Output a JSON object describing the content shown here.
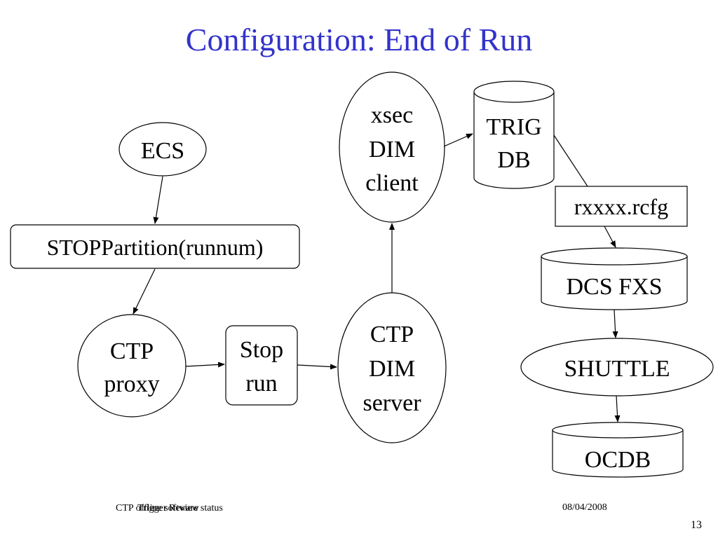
{
  "slide": {
    "title": "Configuration: End of Run",
    "footer_left": "CTP offline software status",
    "footer_left_overlay": "Trigger Review",
    "footer_date": "08/04/2008",
    "page_number": "13"
  },
  "diagram": {
    "ecs": "ECS",
    "stop_partition": "STOPPartition(runnum)",
    "ctp_proxy": [
      "CTP",
      "proxy"
    ],
    "stop_run": [
      "Stop",
      "run"
    ],
    "ctp_dim_server": [
      "CTP",
      "DIM",
      "server"
    ],
    "xsec_dim_client": [
      "xsec",
      "DIM",
      "client"
    ],
    "trig_db": [
      "TRIG",
      "DB"
    ],
    "rcfg_file": "rxxxx.rcfg",
    "dcs_fxs": "DCS FXS",
    "shuttle": "SHUTTLE",
    "ocdb": "OCDB"
  }
}
